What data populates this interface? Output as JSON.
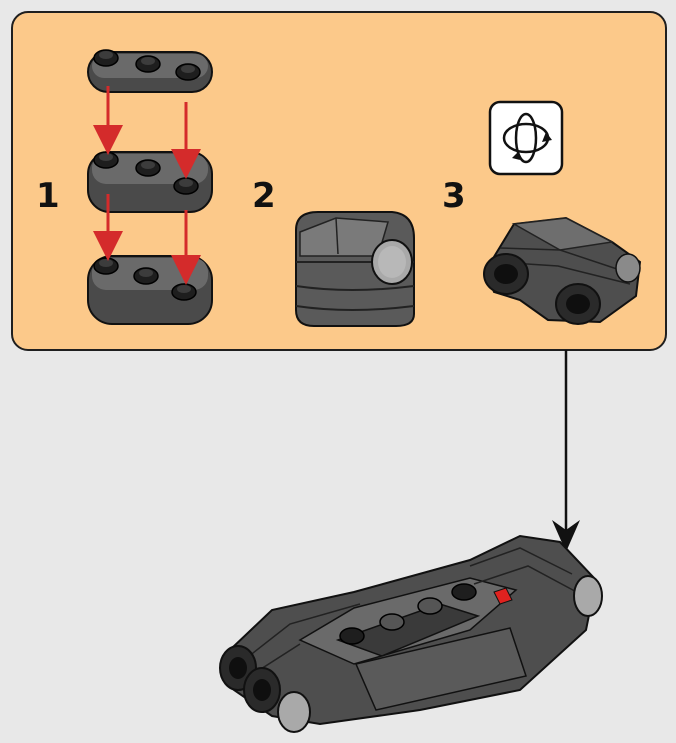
{
  "panel": {
    "background": "#fcc98a",
    "border": "#1f1f1f"
  },
  "steps": [
    {
      "number": "1"
    },
    {
      "number": "2"
    },
    {
      "number": "3"
    }
  ],
  "icons": {
    "rotate": "rotate-model-icon"
  },
  "colors": {
    "arrow_red": "#d42b2b",
    "brick_dark": "#4a4a4a",
    "brick_mid": "#6e6e6e",
    "brick_light": "#a9a9a9",
    "stud_black": "#1e1e1e",
    "highlight_red": "#e0221f",
    "page_bg": "#e8e8e8"
  }
}
